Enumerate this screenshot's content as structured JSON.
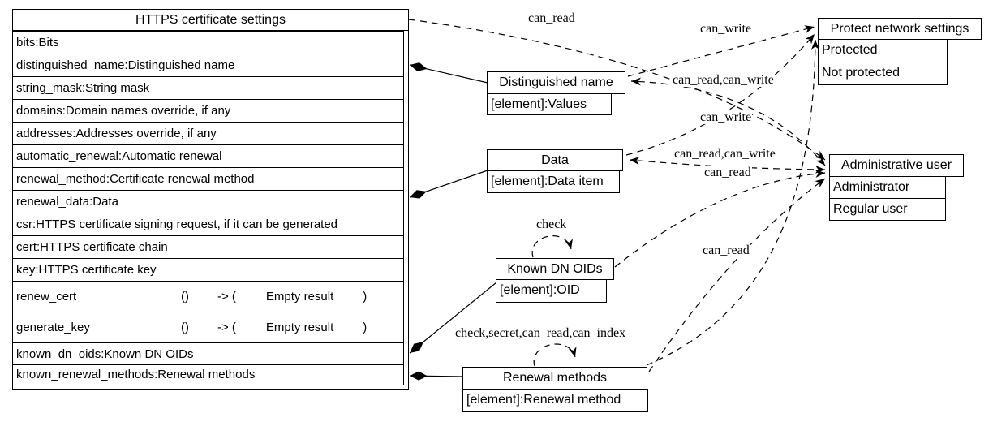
{
  "main_table": {
    "title": "HTTPS certificate settings",
    "attributes": [
      "bits:Bits",
      "distinguished_name:Distinguished name",
      "string_mask:String mask",
      "domains:Domain names override, if any",
      "addresses:Addresses override, if any",
      "automatic_renewal:Automatic renewal",
      "renewal_method:Certificate renewal method",
      "renewal_data:Data",
      "csr:HTTPS certificate signing request, if it can be generated",
      "cert:HTTPS certificate chain",
      "key:HTTPS certificate key"
    ],
    "methods": [
      {
        "name": "renew_cert",
        "params": "()",
        "arrow": "-> (",
        "result": "Empty result",
        "close": ")"
      },
      {
        "name": "generate_key",
        "params": "()",
        "arrow": "-> (",
        "result": "Empty result",
        "close": ")"
      }
    ],
    "collections": [
      "known_dn_oids:Known DN OIDs",
      "known_renewal_methods:Renewal methods"
    ]
  },
  "nodes": {
    "distinguished_name": {
      "title": "Distinguished name",
      "row": "[element]:Values"
    },
    "data": {
      "title": "Data",
      "row": "[element]:Data item"
    },
    "known_dn_oids": {
      "title": "Known DN OIDs",
      "row": "[element]:OID",
      "loop_label": "check"
    },
    "renewal_methods": {
      "title": "Renewal methods",
      "row": "[element]:Renewal method",
      "loop_label": "check,secret,can_read,can_index"
    },
    "protect_network_settings": {
      "title": "Protect network settings",
      "rows": [
        "Protected",
        "Not protected"
      ]
    },
    "administrative_user": {
      "title": "Administrative user",
      "rows": [
        "Administrator",
        "Regular user"
      ]
    }
  },
  "edge_labels": {
    "table_to_admin": "can_read",
    "dn_to_protect": "can_write",
    "dn_admin": "can_read,can_write",
    "data_to_protect": "can_write",
    "data_admin": "can_read,can_write",
    "oids_to_admin": "can_read",
    "renewal_to_admin": "can_read"
  },
  "colors": {
    "background": "#ffffff",
    "line": "#000000",
    "text": "#000000"
  }
}
